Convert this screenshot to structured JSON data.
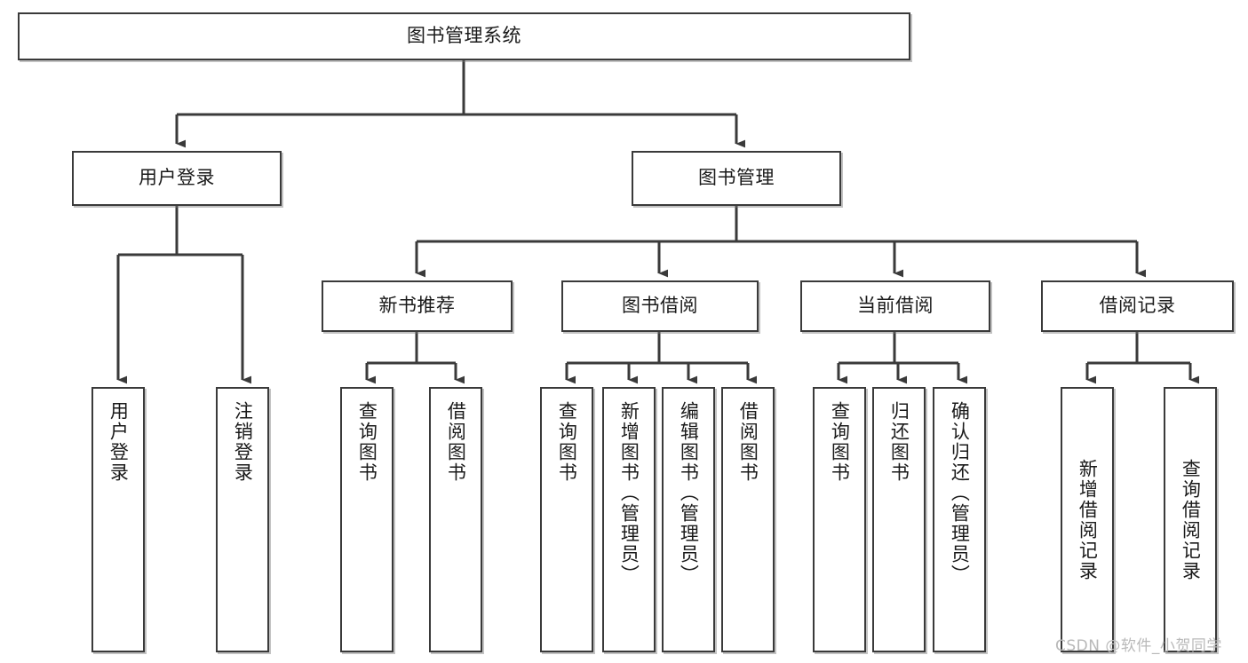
{
  "diagram": {
    "title": "图书管理系统",
    "type": "tree-hierarchy-chart",
    "watermark": "CSDN @软件_小贺同学",
    "colors": {
      "box_border": "#3a3a3a",
      "box_fill": "#ffffff",
      "edge": "#3a3a3a",
      "text": "#1a1a1a",
      "watermark": "#b9b9b9",
      "background": "#ffffff"
    },
    "nodes": {
      "root": {
        "label": "图书管理系统",
        "level": 0,
        "orientation": "horizontal"
      },
      "l1_user_login": {
        "label": "用户登录",
        "level": 1,
        "orientation": "horizontal"
      },
      "l1_book_mgmt": {
        "label": "图书管理",
        "level": 1,
        "orientation": "horizontal"
      },
      "l2_new_book_rec": {
        "label": "新书推荐",
        "level": 2,
        "orientation": "horizontal"
      },
      "l2_book_borrow": {
        "label": "图书借阅",
        "level": 2,
        "orientation": "horizontal"
      },
      "l2_current_borrow": {
        "label": "当前借阅",
        "level": 2,
        "orientation": "horizontal"
      },
      "l2_borrow_record": {
        "label": "借阅记录",
        "level": 2,
        "orientation": "horizontal"
      },
      "leaf_user_login": {
        "label": "用户登录",
        "level": 3,
        "orientation": "vertical",
        "parent": "用户登录"
      },
      "leaf_logout": {
        "label": "注销登录",
        "level": 3,
        "orientation": "vertical",
        "parent": "用户登录"
      },
      "leaf_query_book_a": {
        "label": "查询图书",
        "level": 3,
        "orientation": "vertical",
        "parent": "新书推荐"
      },
      "leaf_borrow_book_a": {
        "label": "借阅图书",
        "level": 3,
        "orientation": "vertical",
        "parent": "新书推荐"
      },
      "leaf_query_book_b": {
        "label": "查询图书",
        "level": 3,
        "orientation": "vertical",
        "parent": "图书借阅"
      },
      "leaf_add_book": {
        "label": "新增图书（管理员）",
        "level": 3,
        "orientation": "vertical",
        "parent": "图书借阅"
      },
      "leaf_edit_book": {
        "label": "编辑图书（管理员）",
        "level": 3,
        "orientation": "vertical",
        "parent": "图书借阅"
      },
      "leaf_borrow_book_b": {
        "label": "借阅图书",
        "level": 3,
        "orientation": "vertical",
        "parent": "图书借阅"
      },
      "leaf_query_book_c": {
        "label": "查询图书",
        "level": 3,
        "orientation": "vertical",
        "parent": "当前借阅"
      },
      "leaf_return_book": {
        "label": "归还图书",
        "level": 3,
        "orientation": "vertical",
        "parent": "当前借阅"
      },
      "leaf_confirm_return": {
        "label": "确认归还（管理员）",
        "level": 3,
        "orientation": "vertical",
        "parent": "当前借阅"
      },
      "leaf_add_record": {
        "label": "新增借阅记录",
        "level": 3,
        "orientation": "vertical",
        "parent": "借阅记录"
      },
      "leaf_query_record": {
        "label": "查询借阅记录",
        "level": 3,
        "orientation": "vertical",
        "parent": "借阅记录"
      }
    },
    "edges": [
      {
        "from": "图书管理系统",
        "to": "用户登录"
      },
      {
        "from": "图书管理系统",
        "to": "图书管理"
      },
      {
        "from": "用户登录",
        "to": "用户登录"
      },
      {
        "from": "用户登录",
        "to": "注销登录"
      },
      {
        "from": "图书管理",
        "to": "新书推荐"
      },
      {
        "from": "图书管理",
        "to": "图书借阅"
      },
      {
        "from": "图书管理",
        "to": "当前借阅"
      },
      {
        "from": "图书管理",
        "to": "借阅记录"
      },
      {
        "from": "新书推荐",
        "to": "查询图书"
      },
      {
        "from": "新书推荐",
        "to": "借阅图书"
      },
      {
        "from": "图书借阅",
        "to": "查询图书"
      },
      {
        "from": "图书借阅",
        "to": "新增图书（管理员）"
      },
      {
        "from": "图书借阅",
        "to": "编辑图书（管理员）"
      },
      {
        "from": "图书借阅",
        "to": "借阅图书"
      },
      {
        "from": "当前借阅",
        "to": "查询图书"
      },
      {
        "from": "当前借阅",
        "to": "归还图书"
      },
      {
        "from": "当前借阅",
        "to": "确认归还（管理员）"
      },
      {
        "from": "借阅记录",
        "to": "新增借阅记录"
      },
      {
        "from": "借阅记录",
        "to": "查询借阅记录"
      }
    ]
  }
}
